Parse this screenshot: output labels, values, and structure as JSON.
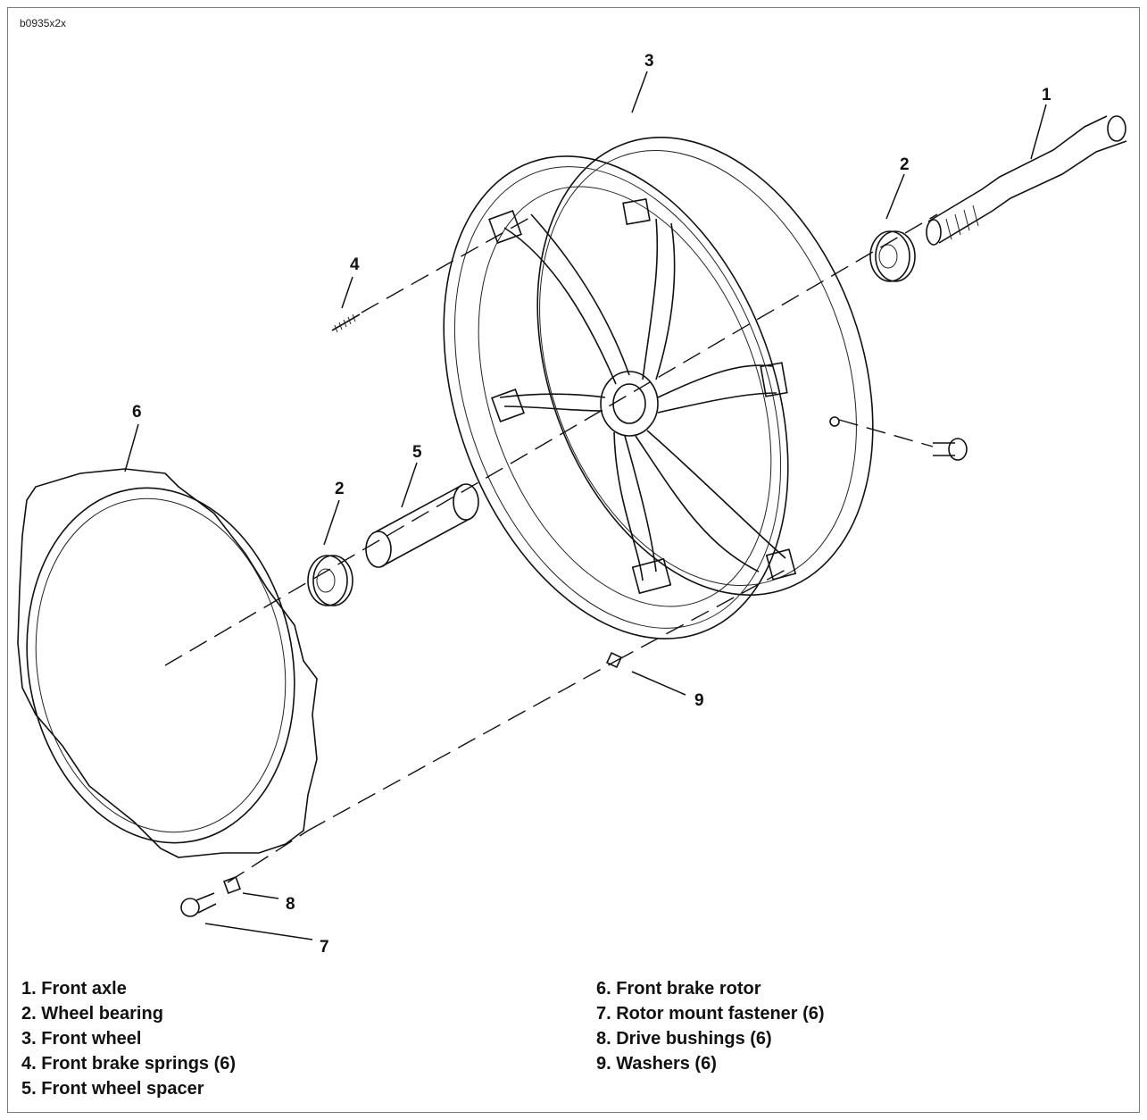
{
  "figure_id": "b0935x2x",
  "callouts": {
    "c1": "1",
    "c2a": "2",
    "c2b": "2",
    "c3": "3",
    "c4": "4",
    "c5": "5",
    "c6": "6",
    "c7": "7",
    "c8": "8",
    "c9": "9"
  },
  "legend_left": [
    "1. Front axle",
    "2. Wheel bearing",
    "3. Front wheel",
    "4. Front brake springs (6)",
    "5. Front wheel spacer"
  ],
  "legend_right": [
    "6. Front brake rotor",
    "7. Rotor mount fastener (6)",
    "8. Drive bushings (6)",
    "9. Washers (6)"
  ]
}
